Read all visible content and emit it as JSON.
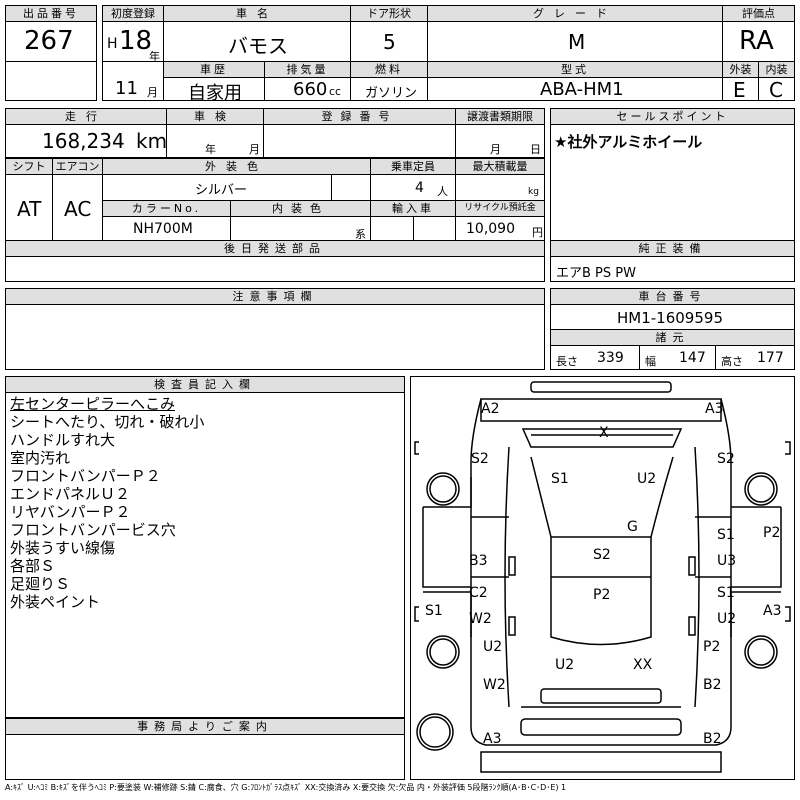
{
  "header": {
    "lot_label": "出品番号",
    "lot_no": "267",
    "first_reg_label": "初度登録",
    "era": "H",
    "year_num": "18",
    "year_suffix": "年",
    "month_num": "11",
    "month_suffix": "月",
    "car_name_label": "車名",
    "car_name": "バモス",
    "door_label": "ドア形状",
    "door": "5",
    "grade_label": "グレード",
    "grade": "M",
    "score_label": "評価点",
    "score": "RA",
    "history_label": "車歴",
    "history": "自家用",
    "displacement_label": "排気量",
    "displacement": "660",
    "displacement_unit": "cc",
    "fuel_label": "燃料",
    "fuel": "ガソリン",
    "model_label": "型式",
    "model": "ABA-HM1",
    "ext_label": "外装",
    "ext": "E",
    "int_label": "内装",
    "int": "C"
  },
  "row2": {
    "mileage_label": "走行",
    "mileage": "168,234",
    "mileage_unit": "km",
    "inspection_label": "車検",
    "insp_year": "年",
    "insp_month": "月",
    "reg_no_label": "登録番号",
    "transfer_label": "譲渡書類期限",
    "transfer_month": "月",
    "transfer_day": "日",
    "sales_label": "セールスポイント",
    "sales_text": "★社外アルミホイール"
  },
  "row3": {
    "shift_label": "シフト",
    "shift": "AT",
    "ac_label": "エアコン",
    "ac": "AC",
    "ext_color_label": "外装色",
    "ext_color": "シルバー",
    "capacity_label": "乗車定員",
    "capacity": "4",
    "capacity_unit": "人",
    "max_load_label": "最大積載量",
    "max_load_unit": "kg",
    "color_no_label": "カラーNo.",
    "color_no": "NH700M",
    "int_color_label": "内装色",
    "int_color_unit": "系",
    "import_label": "輸入車",
    "recycle_label": "リサイクル預託金",
    "recycle": "10,090",
    "recycle_unit": "円"
  },
  "later_parts_label": "後日発送部品",
  "equipment_label": "純正装備",
  "equipment": "エアB PS PW",
  "notes_label": "注意事項欄",
  "chassis_label": "車台番号",
  "chassis": "HM1-1609595",
  "dims_label": "諸元",
  "dims": {
    "len_label": "長さ",
    "len": "339",
    "wid_label": "幅",
    "wid": "147",
    "hei_label": "高さ",
    "hei": "177"
  },
  "inspector_label": "検査員記入欄",
  "inspector_notes": [
    "左センターピラーへこみ",
    "シートへたり、切れ・破れ小",
    "ハンドルすれ大",
    "室内汚れ",
    "フロントバンパーＰ２",
    "エンドパネルＵ２",
    "リヤバンパーＰ２",
    "フロントバンパービス穴",
    "外装うすい線傷",
    "各部Ｓ",
    "足廻りＳ",
    "外装ペイント"
  ],
  "office_label": "事務局よりご案内",
  "legend": "A:ｷｽﾞ U:ﾍｺﾐ B:ｷｽﾞを伴うﾍｺﾐ P:要塗装 W:補修跡 S:錆 C:腐食、穴 G:ﾌﾛﾝﾄｶﾞﾗｽ点ｷｽﾞ XX:交換済み X:要交換 欠:欠品 内・外装評価 5段階ﾗﾝｸ順(A･B･C･D･E) 1",
  "diagram_marks": [
    "A2",
    "A3",
    "X",
    "S2",
    "S2",
    "S1",
    "U2",
    "G",
    "S1",
    "P2",
    "B3",
    "S2",
    "U3",
    "C2",
    "S1",
    "A3",
    "S1",
    "W2",
    "P2",
    "U2",
    "U2",
    "U2",
    "XX",
    "P2",
    "W2",
    "B2",
    "A3",
    "B2"
  ]
}
